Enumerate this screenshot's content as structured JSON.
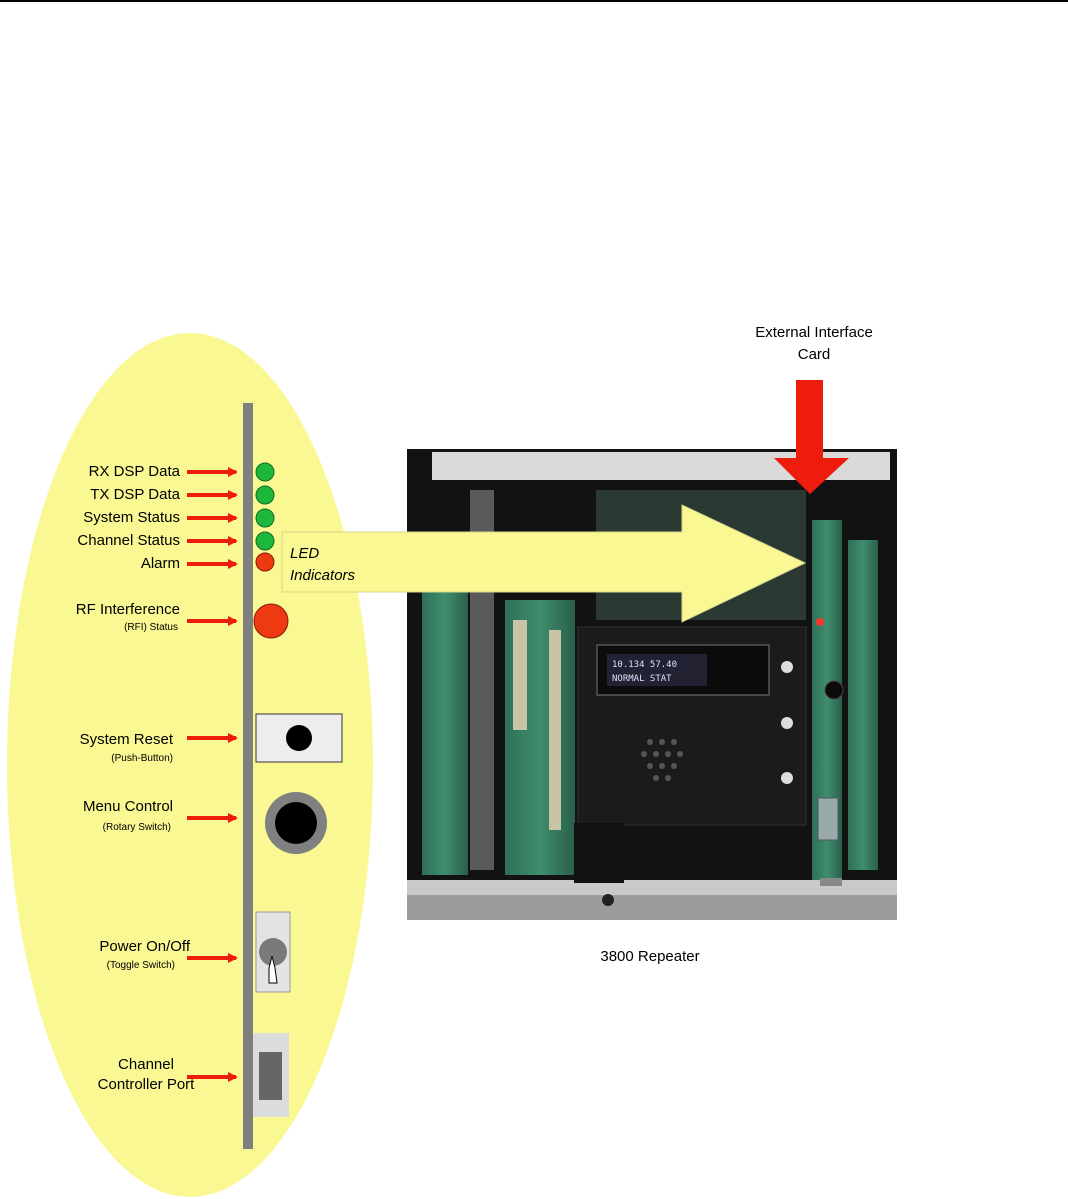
{
  "colors": {
    "ellipse": "#f9f893",
    "arrow_red": "#ee1c0d",
    "led_green": "#1cb73c",
    "led_red": "#ee3a12",
    "led_arrow": "#f9f893",
    "panel_bar": "#7f7f7f"
  },
  "labels": {
    "rx_dsp": "RX DSP Data",
    "tx_dsp": "TX DSP Data",
    "system_status": "System Status",
    "channel_status": "Channel Status",
    "alarm": "Alarm",
    "rf_interference": "RF Interference",
    "rfi_status": "(RFI) Status",
    "system_reset": "System Reset",
    "push_button": "(Push-Button)",
    "menu_control": "Menu Control",
    "rotary_switch": "(Rotary Switch)",
    "power": "Power On/Off",
    "toggle_switch": "(Toggle Switch)",
    "channel_line1": "Channel",
    "channel_line2": "Controller Port",
    "led_indicators_line1": "LED",
    "led_indicators_line2": "Indicators",
    "ext_card_line1": "External Interface",
    "ext_card_line2": "Card",
    "caption": "3800 Repeater"
  },
  "display_text": {
    "line1": "10.134 57.40",
    "line2": "NORMAL STAT"
  },
  "icons": {
    "arrow": "red-arrow-icon",
    "photo": "repeater-photo"
  }
}
